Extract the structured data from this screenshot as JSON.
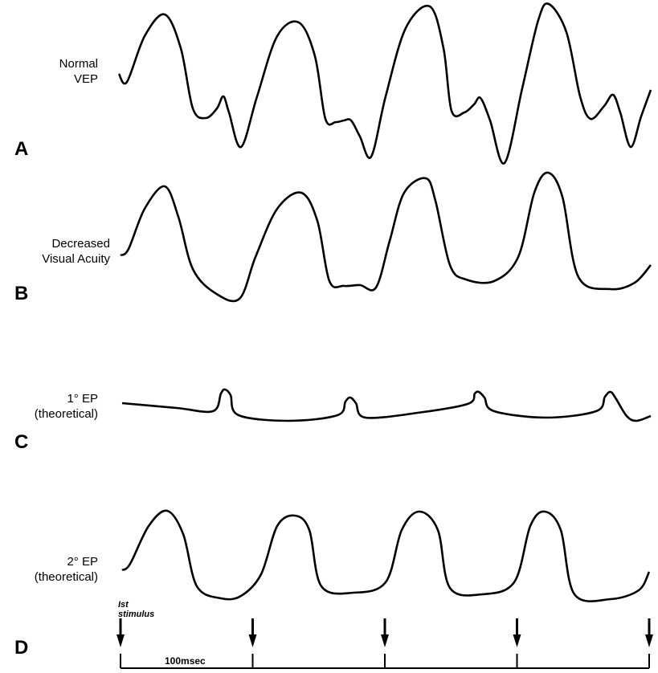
{
  "panels": [
    {
      "letter": "A",
      "label_lines": [
        "Normal",
        "VEP"
      ]
    },
    {
      "letter": "B",
      "label_lines": [
        "Decreased",
        "Visual Acuity"
      ]
    },
    {
      "letter": "C",
      "label_lines": [
        "1° EP",
        "(theoretical)"
      ]
    },
    {
      "letter": "D",
      "label_lines": [
        "2° EP",
        "(theoretical)"
      ]
    }
  ],
  "stimulus_label_lines": [
    "Ist",
    "stimulus"
  ],
  "time_scale_label": "100msec",
  "stimulus_count": 5
}
